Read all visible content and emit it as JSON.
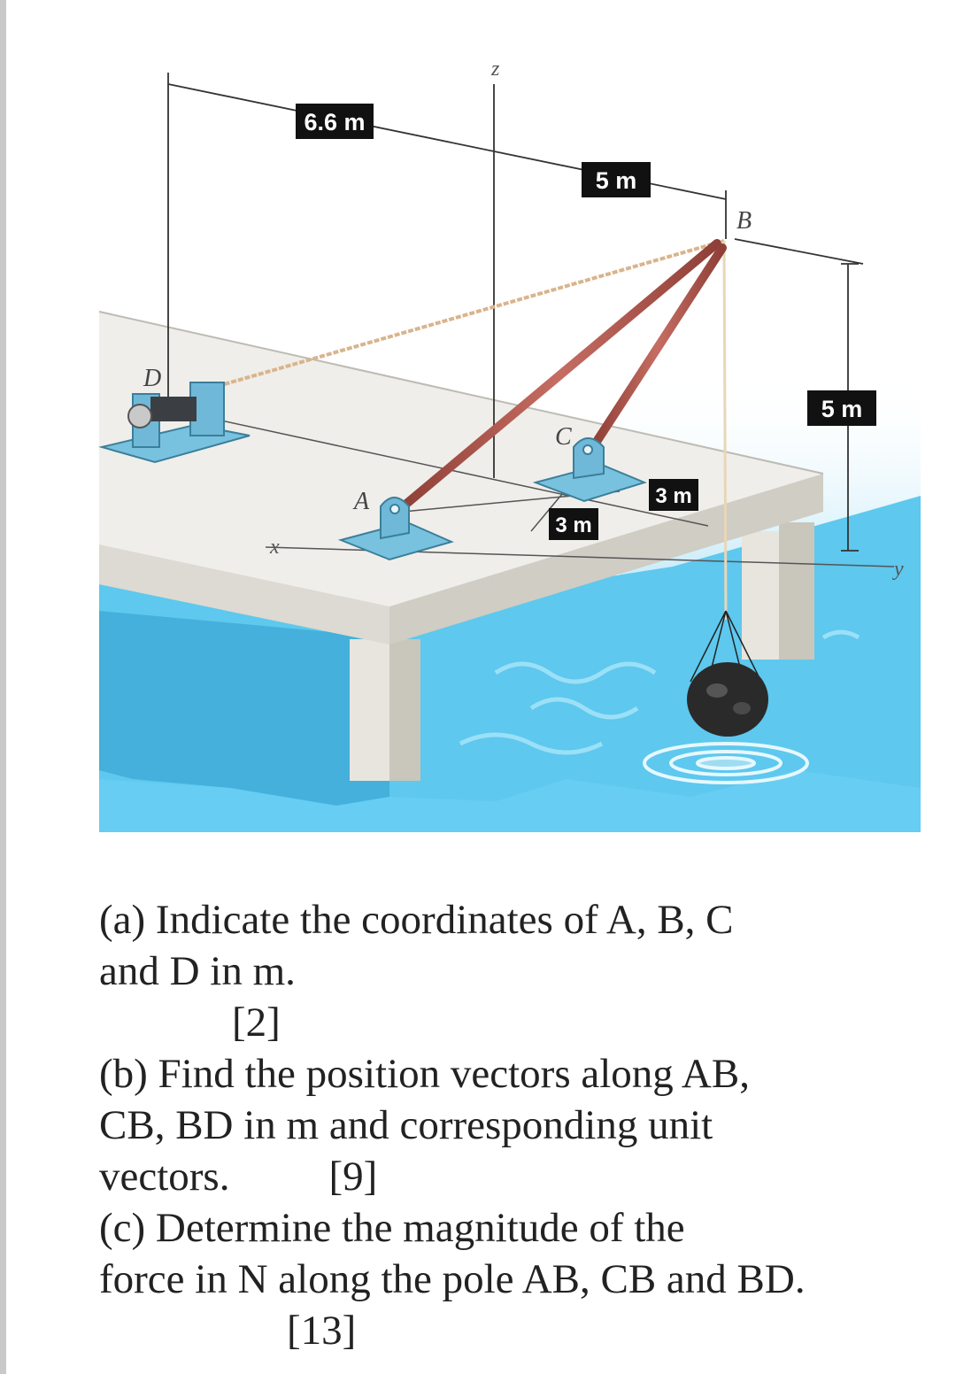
{
  "figure": {
    "dimensions": {
      "d1": "6.6 m",
      "d2": "5 m",
      "d3": "5 m",
      "d4": "3 m",
      "d5": "3 m"
    },
    "points": {
      "A": "A",
      "B": "B",
      "C": "C",
      "D": "D"
    },
    "axes": {
      "x": "x",
      "y": "y",
      "z": "z"
    },
    "colors": {
      "water": "#5ec8ee",
      "deck": "#efeeea",
      "deck_side": "#dcdad2",
      "poles": "#b1574d",
      "mounts": "#6fb8d8",
      "rope": "#d9b48c"
    }
  },
  "questions": {
    "a_line1": "(a) Indicate the coordinates of A, B, C",
    "a_line2": "and D in m.",
    "a_mark": "[2]",
    "b_line1": "(b) Find the position vectors along AB,",
    "b_line2": "CB, BD in m and corresponding unit",
    "b_line3_text": "vectors.",
    "b_mark": "[9]",
    "c_line1": "(c) Determine the magnitude of the",
    "c_line2": "force in N along the pole AB, CB and BD.",
    "c_mark": "[13]"
  }
}
